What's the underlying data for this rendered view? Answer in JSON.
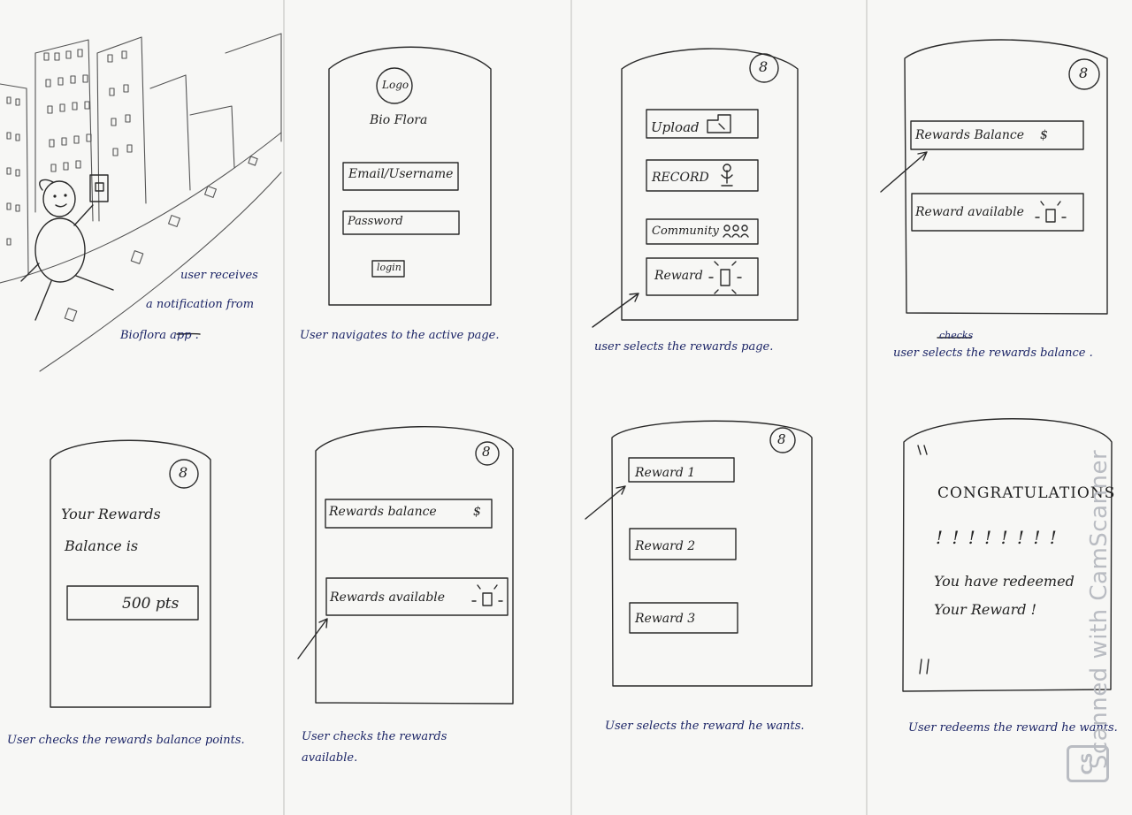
{
  "panels": {
    "p1": {
      "caption": [
        "user receives",
        "a notification from",
        "Bioflora app ."
      ]
    },
    "p2": {
      "logo": "Logo",
      "app_name": "Bio Flora",
      "email_field": "Email/Username",
      "password_field": "Password",
      "login_button": "login",
      "caption": "User navigates to the active page."
    },
    "p3": {
      "profile_icon": "8",
      "upload": "Upload",
      "record": "RECORD",
      "community": "Community",
      "reward": "Reward",
      "caption": "user selects the rewards page."
    },
    "p4": {
      "profile_icon": "8",
      "rewards_balance": "Rewards Balance",
      "rewards_balance_symbol": "$",
      "reward_available": "Reward available",
      "caption_struck": "checks",
      "caption": "user selects the rewards balance ."
    },
    "p5": {
      "profile_icon": "8",
      "line1": "Your Rewards",
      "line2": "Balance is",
      "points": "500 pts",
      "caption": "User checks the rewards balance points."
    },
    "p6": {
      "profile_icon": "8",
      "rewards_balance": "Rewards balance",
      "rewards_balance_symbol": "$",
      "rewards_available": "Rewards available",
      "caption": "User checks the rewards available."
    },
    "p7": {
      "profile_icon": "8",
      "reward1": "Reward 1",
      "reward2": "Reward 2",
      "reward3": "Reward 3",
      "caption": "User selects the reward he wants."
    },
    "p8": {
      "congrats": "CONGRATULATIONS",
      "bangs": "! ! ! ! ! ! ! !",
      "msg1": "You have redeemed",
      "msg2": "Your Reward !",
      "caption": "User redeems the reward he wants."
    }
  },
  "watermark": {
    "text": "Scanned with CamScanner",
    "logo": "CS"
  }
}
